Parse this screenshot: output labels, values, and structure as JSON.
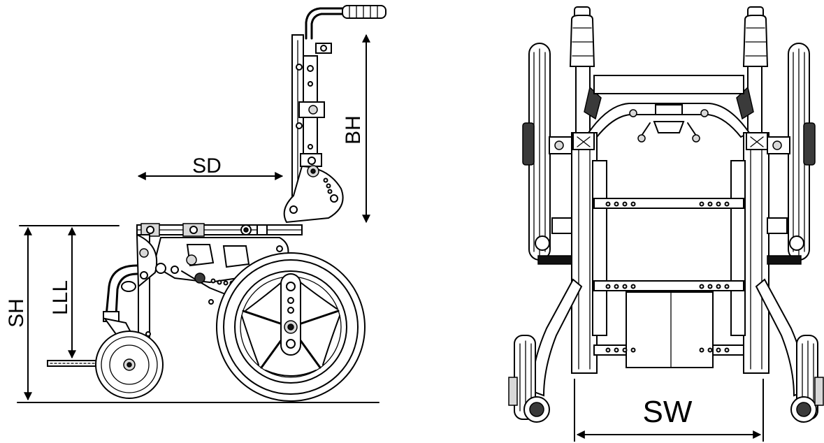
{
  "labels": {
    "seat_depth": "SD",
    "back_height": "BH",
    "seat_height": "SH",
    "lower_leg_length": "LLL",
    "seat_width": "SW"
  }
}
